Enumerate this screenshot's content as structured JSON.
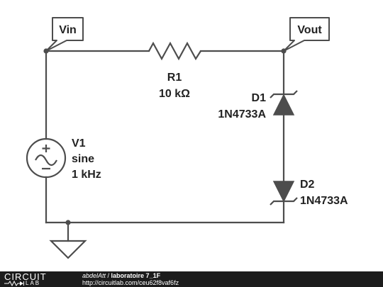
{
  "schematic": {
    "labels": {
      "vin": "Vin",
      "vout": "Vout"
    },
    "resistor": {
      "name": "R1",
      "value": "10 kΩ"
    },
    "source": {
      "name": "V1",
      "type": "sine",
      "frequency": "1 kHz"
    },
    "diode1": {
      "name": "D1",
      "part": "1N4733A"
    },
    "diode2": {
      "name": "D2",
      "part": "1N4733A"
    }
  },
  "footer": {
    "logo_top": "CIRCUIT",
    "logo_bottom": "LAB",
    "author": "abdelAtt",
    "separator": " / ",
    "title": "laboratoire 7_1F",
    "url": "http://circuitlab.com/ceu62f8vaf6fz"
  },
  "colors": {
    "wire": "#4d4d4d",
    "text": "#222222",
    "footer_bg": "#1c1c1c"
  }
}
